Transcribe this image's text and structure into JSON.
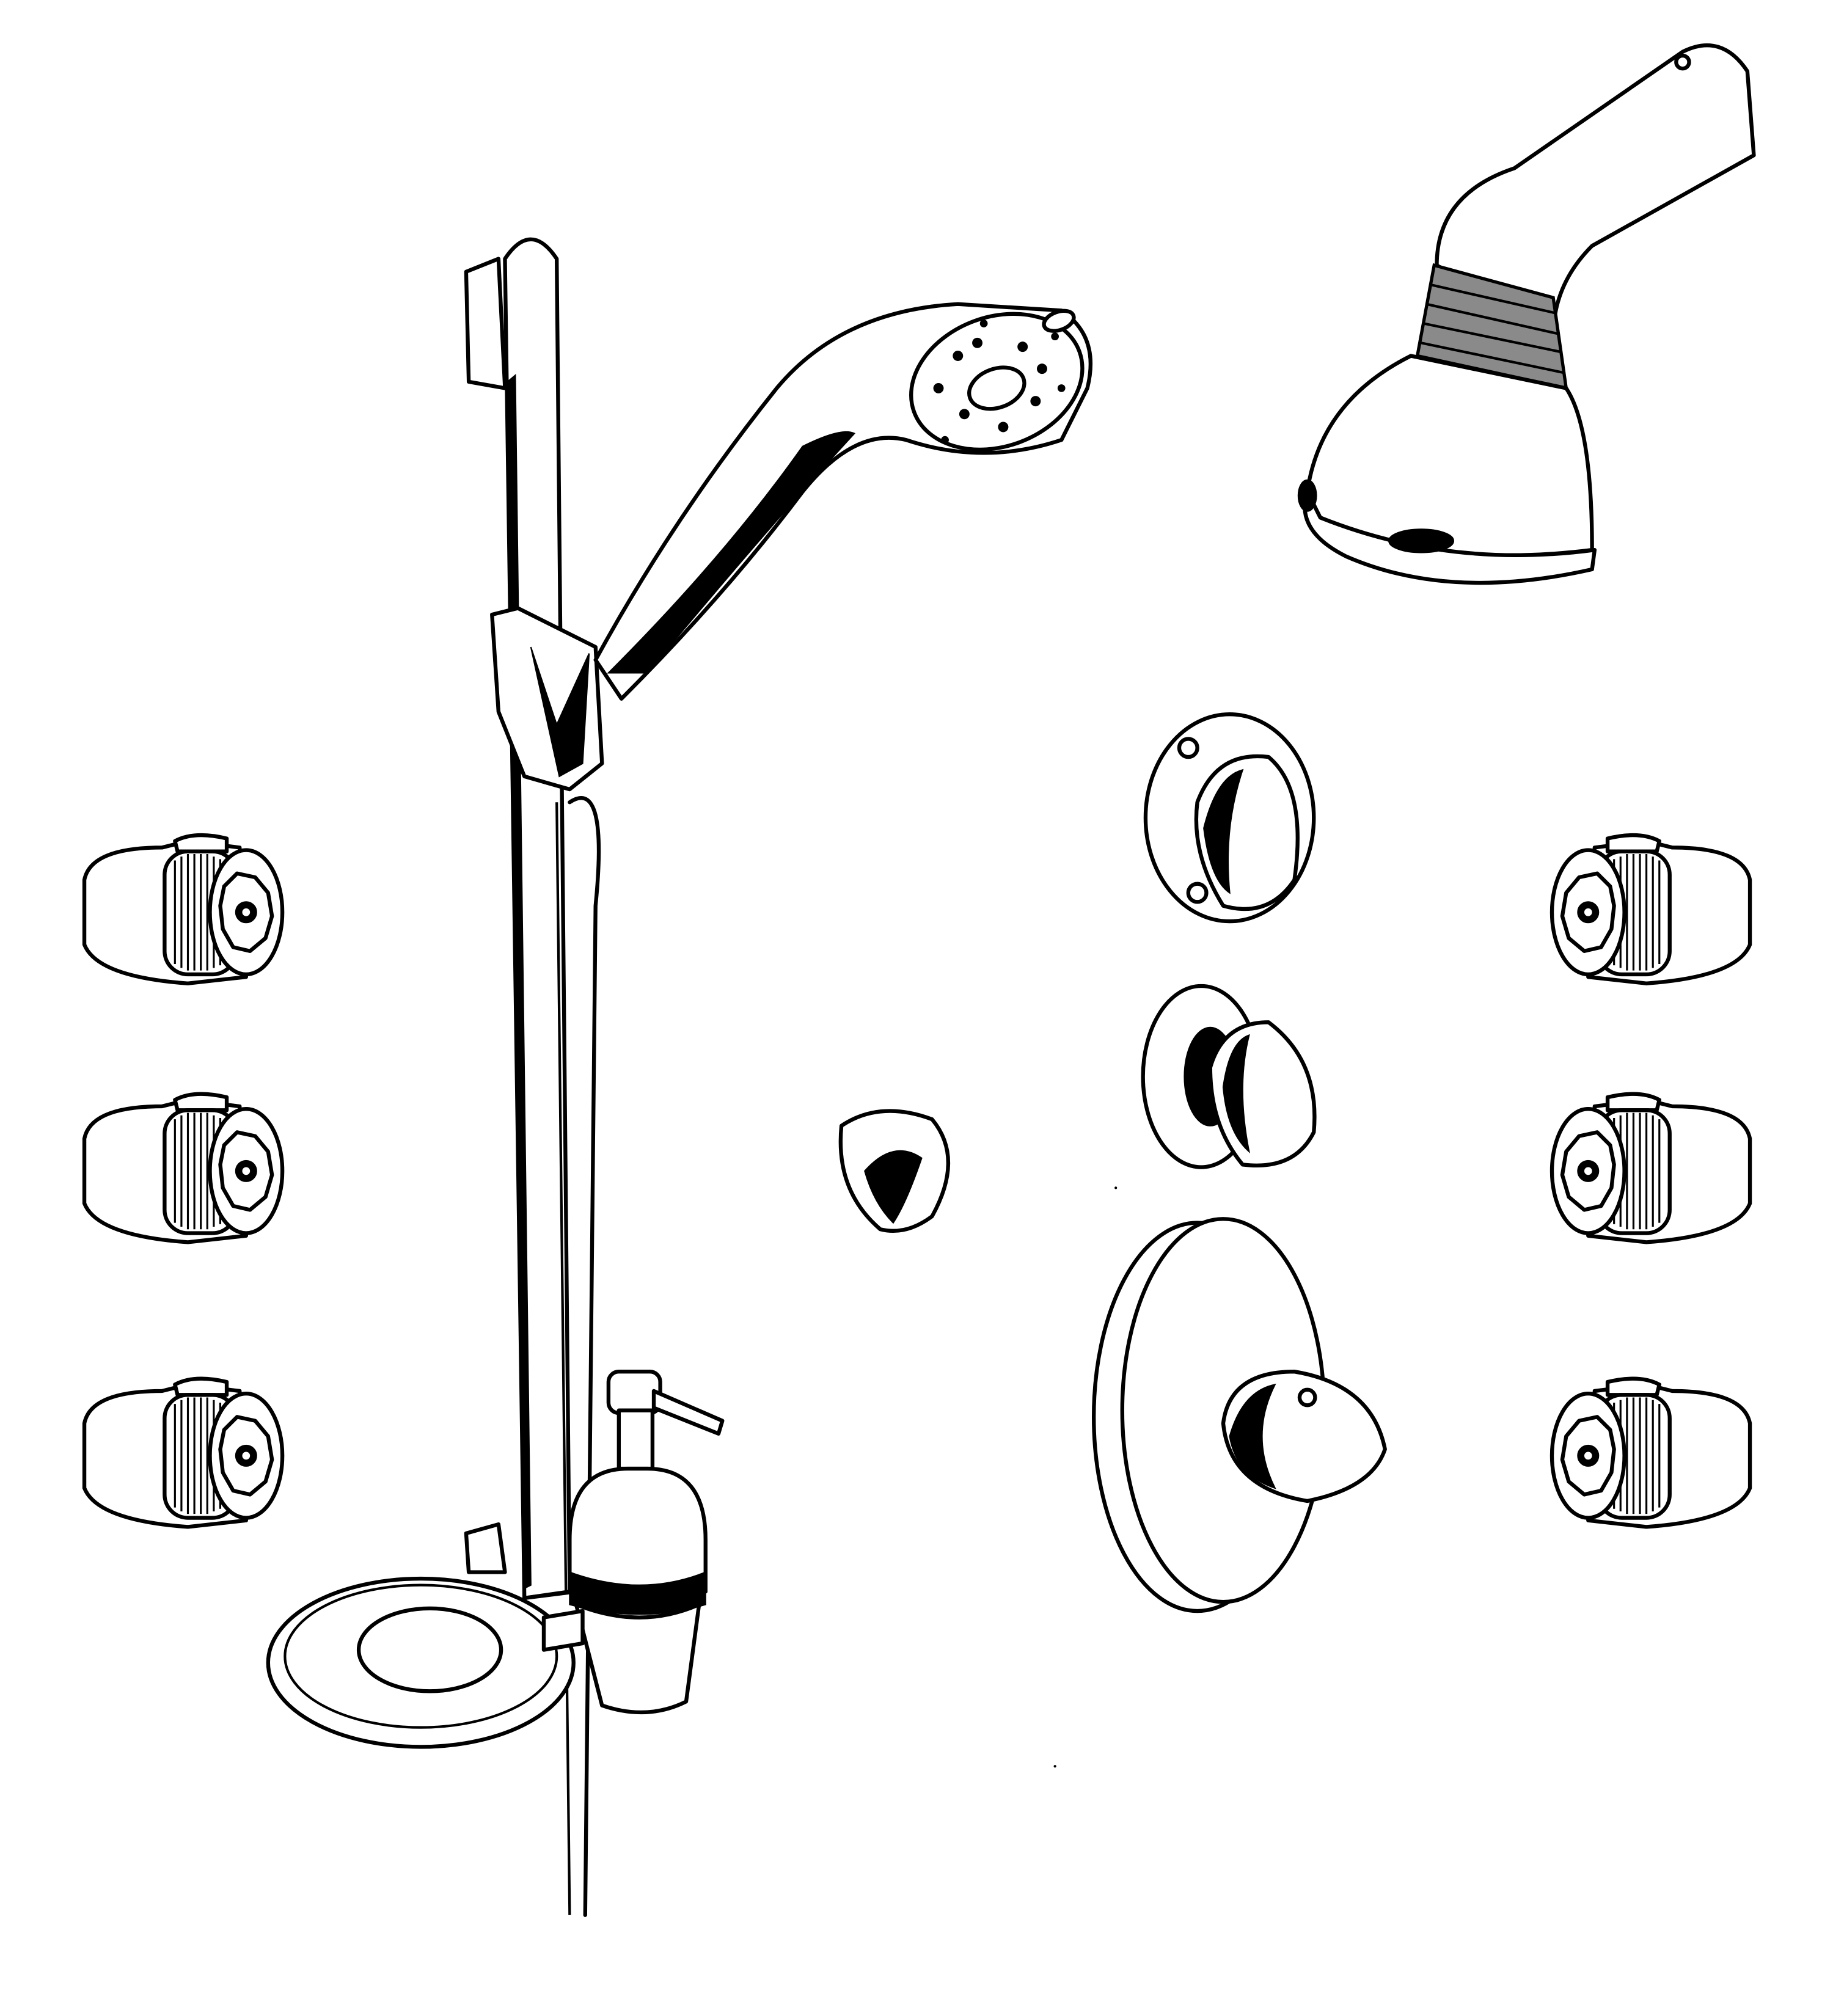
{
  "illustration": {
    "components": [
      "slide-rail",
      "hand-shower",
      "fixed-shower-head",
      "body-jet",
      "diverter-knob",
      "volume-control",
      "tub-spout-knob",
      "thermostatic-valve-trim",
      "soap-dish",
      "soap-dispenser"
    ],
    "colors": {
      "line": "#000000",
      "background": "#ffffff",
      "spring": "#8a8a8a"
    },
    "body_jet_count": 6
  }
}
